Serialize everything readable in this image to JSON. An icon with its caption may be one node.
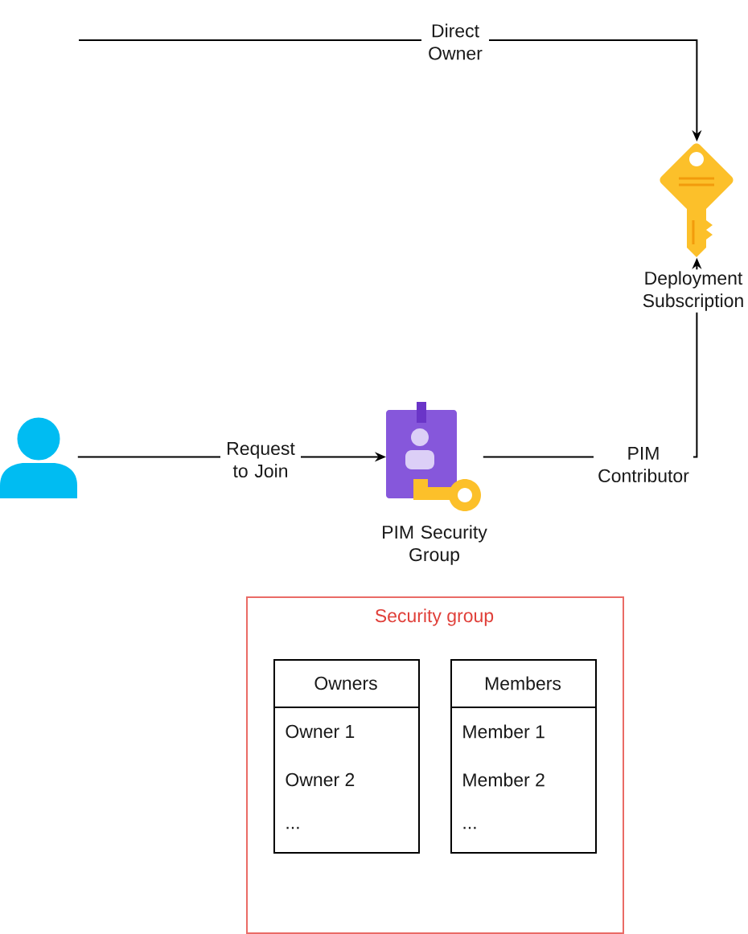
{
  "diagram": {
    "nodes": [
      {
        "text": [
          "Deployment Subscription"
        ]
      },
      {
        "text": [],
        "shape": "person"
      },
      {
        "text": [
          "PIM Security Group"
        ]
      },
      {
        "text": [
          "Security group"
        ]
      },
      {
        "text": [
          "Owners",
          "Owner 1",
          "Owner 2",
          "..."
        ],
        "in": 3
      },
      {
        "text": [
          "Members",
          "Member 1",
          "Member 2",
          "..."
        ],
        "in": 3
      }
    ],
    "edges": [
      {
        "from": null,
        "to": 0,
        "arrow": "to",
        "label": "Direct Owner"
      },
      {
        "from": 1,
        "to": 2,
        "arrow": "to",
        "label": "Request to Join"
      },
      {
        "from": 2,
        "to": 0,
        "arrow": "to",
        "label": "PIM Contributor"
      }
    ]
  }
}
